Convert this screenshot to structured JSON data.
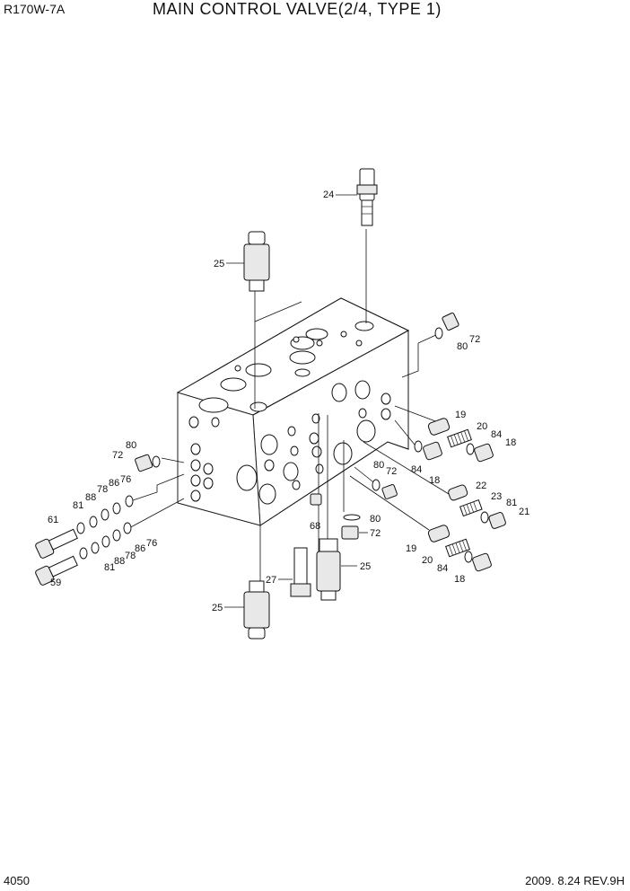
{
  "header": {
    "model": "R170W-7A",
    "title": "MAIN CONTROL VALVE(2/4, TYPE 1)"
  },
  "footer": {
    "page": "4050",
    "revision": "2009. 8.24  REV.9H"
  },
  "callouts": {
    "c24": "24",
    "c25a": "25",
    "c72a": "72",
    "c80a": "80",
    "c19a": "19",
    "c20a": "20",
    "c84a": "84",
    "c18a": "18",
    "c84b": "84",
    "c18b": "18",
    "c80b": "80",
    "c72b": "72",
    "c22": "22",
    "c81a": "81",
    "c23": "23",
    "c21": "21",
    "c72c": "72",
    "c80c": "80",
    "c76a": "76",
    "c86a": "86",
    "c78a": "78",
    "c88a": "88",
    "c81b": "81",
    "c61": "61",
    "c59": "59",
    "c81c": "81",
    "c88b": "88",
    "c78b": "78",
    "c86b": "86",
    "c76b": "76",
    "c68": "68",
    "c80d": "80",
    "c72d": "72",
    "c19b": "19",
    "c20b": "20",
    "c84c": "84",
    "c18c": "18",
    "c27": "27",
    "c25b": "25",
    "c25c": "25"
  }
}
